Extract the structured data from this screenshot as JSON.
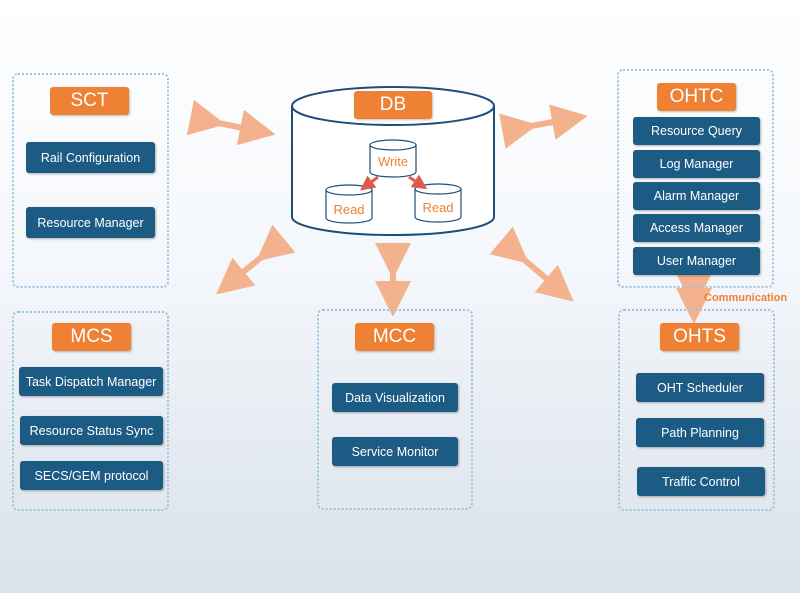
{
  "colors": {
    "accent": "#ee8133",
    "button": "#1c5b83",
    "panel_border": "#9cc3e0",
    "arrow": "#f3b28d"
  },
  "db": {
    "title": "DB",
    "write": "Write",
    "read_left": "Read",
    "read_right": "Read"
  },
  "sct": {
    "title": "SCT",
    "items": [
      "Rail Configuration",
      "Resource Manager"
    ]
  },
  "ohtc": {
    "title": "OHTC",
    "items": [
      "Resource Query",
      "Log Manager",
      "Alarm Manager",
      "Access Manager",
      "User Manager"
    ]
  },
  "mcs": {
    "title": "MCS",
    "items": [
      "Task Dispatch Manager",
      "Resource Status Sync",
      "SECS/GEM protocol"
    ]
  },
  "mcc": {
    "title": "MCC",
    "items": [
      "Data Visualization",
      "Service Monitor"
    ]
  },
  "ohts": {
    "title": "OHTS",
    "items": [
      "OHT Scheduler",
      "Path Planning",
      "Traffic Control"
    ]
  },
  "communication_label": "Communication"
}
